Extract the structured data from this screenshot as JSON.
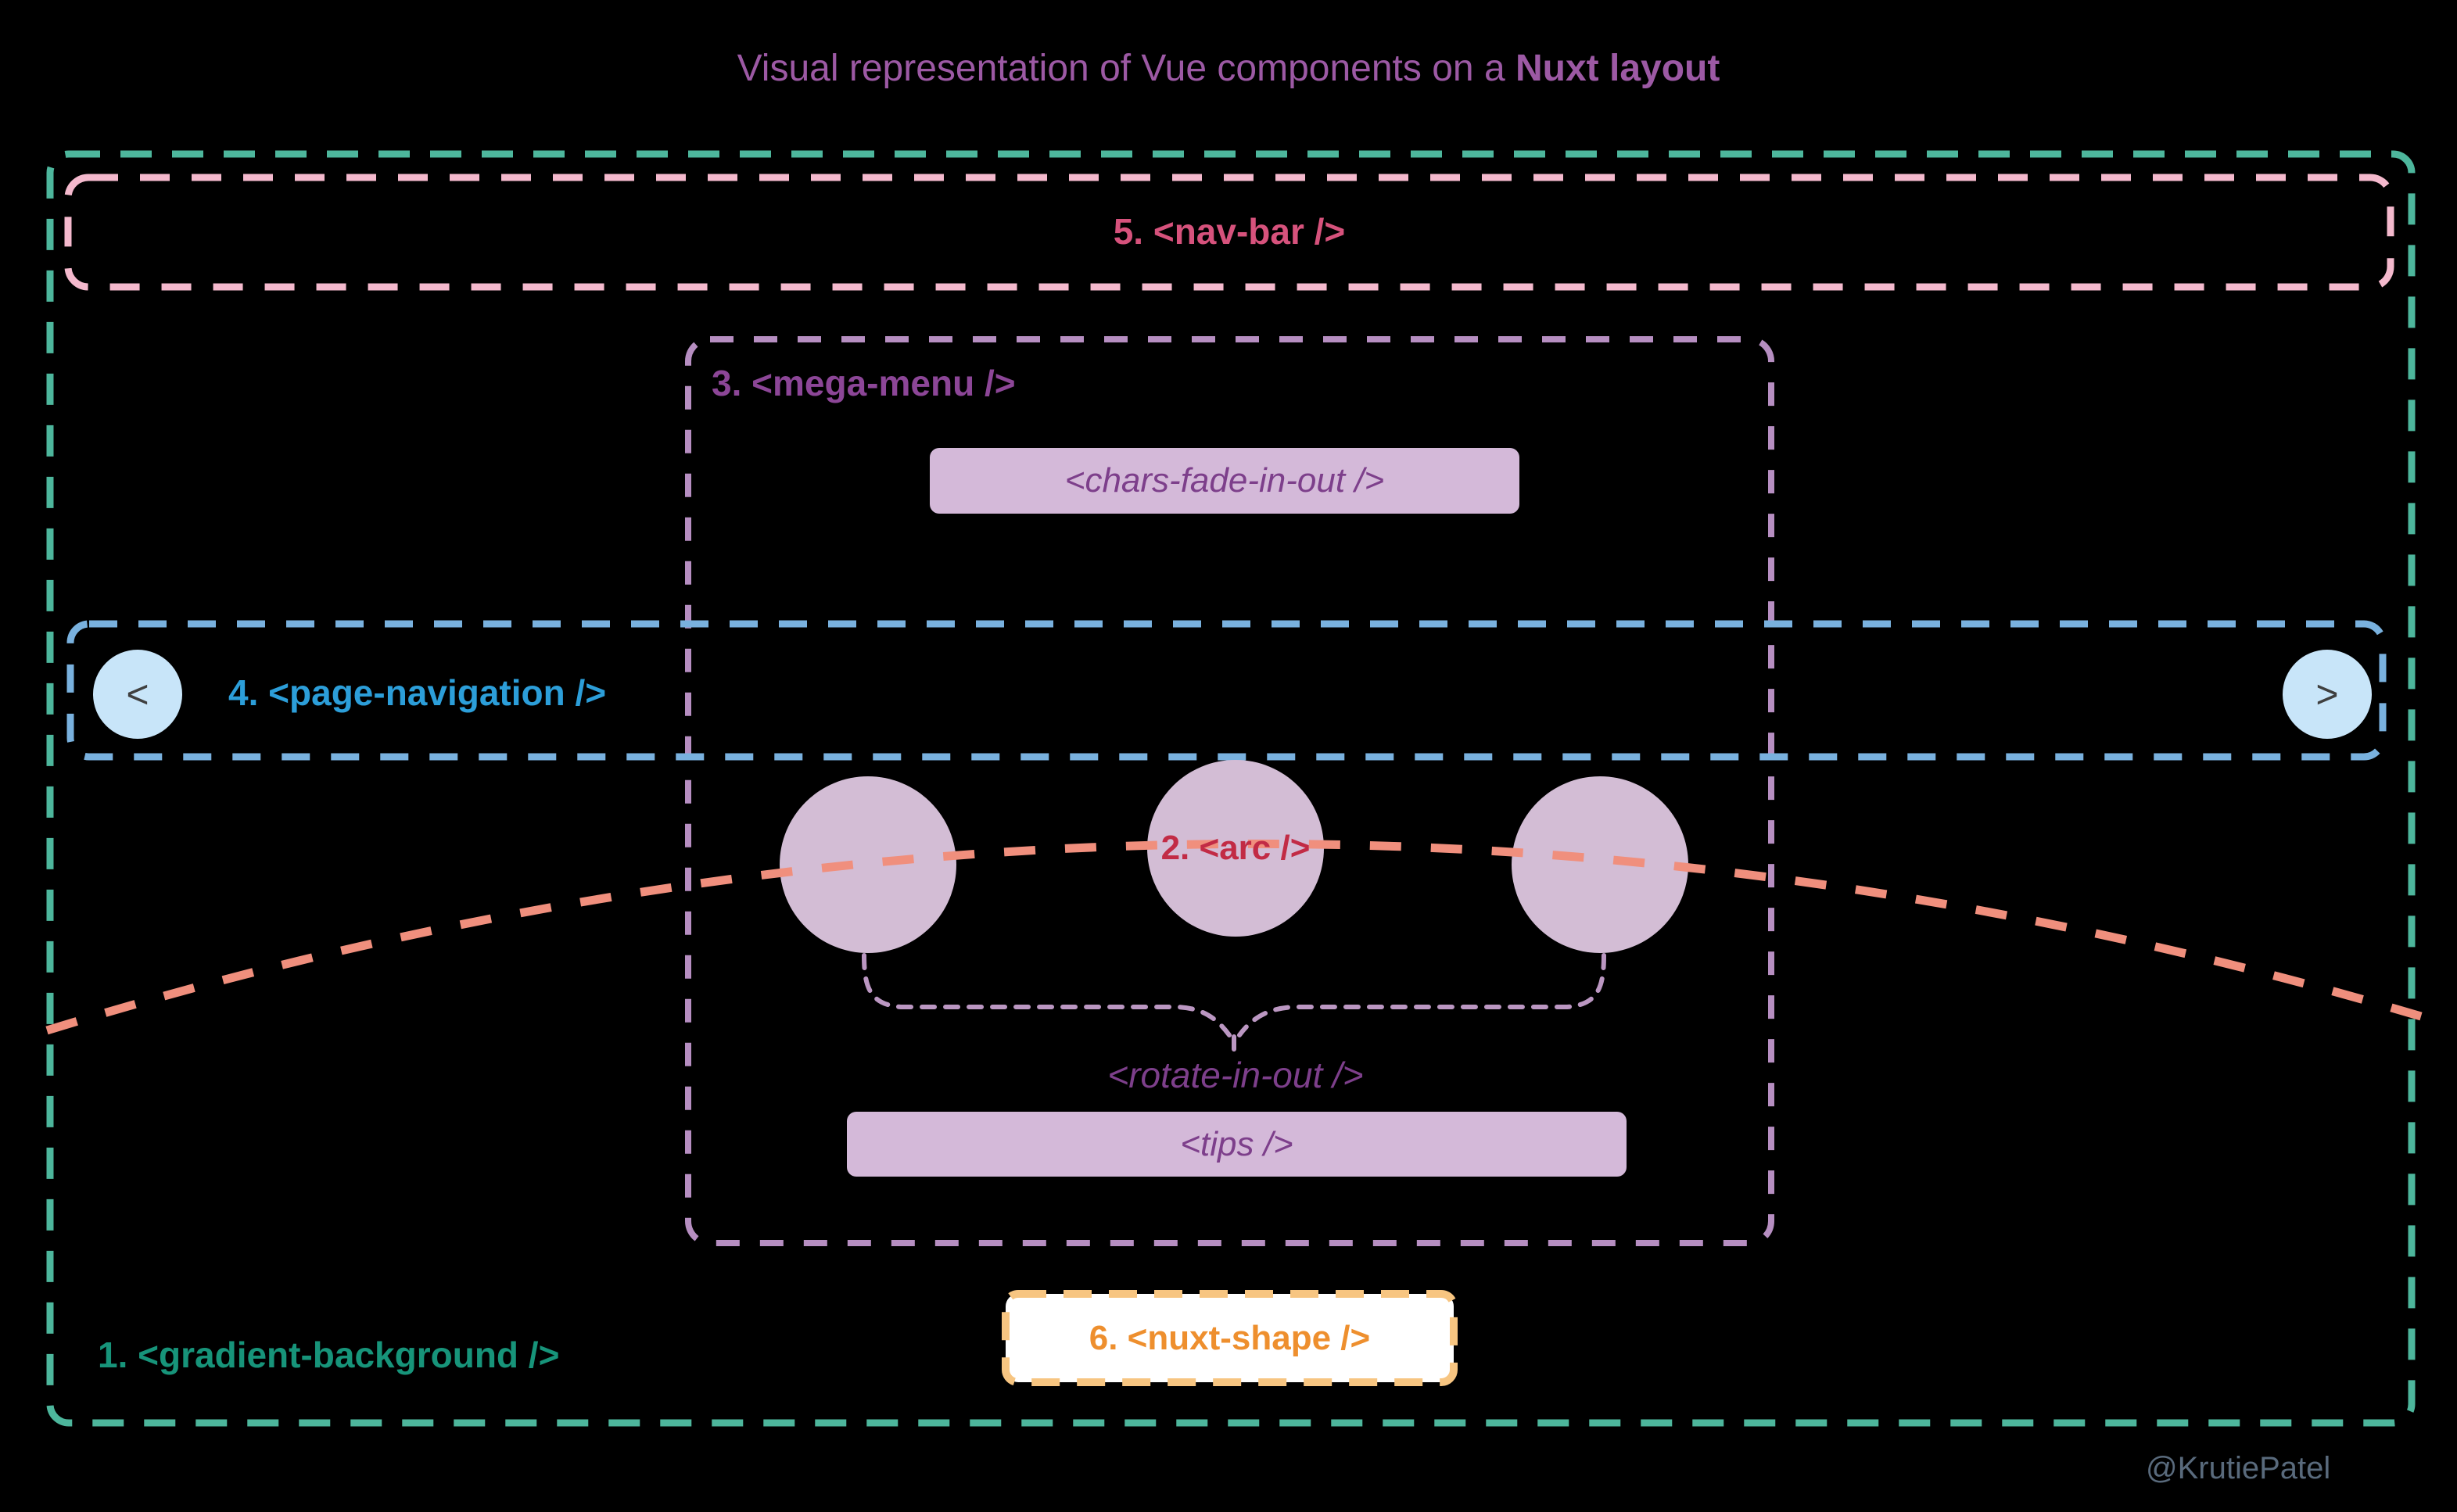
{
  "title": {
    "prefix": "Visual representation of Vue components on a ",
    "bold": "Nuxt layout"
  },
  "footer": {
    "credit": "@KrutiePatel"
  },
  "diagram": {
    "gradient_background": {
      "label": "1. <gradient-background />"
    },
    "arc": {
      "label": "2. <arc />"
    },
    "mega_menu": {
      "label": "3. <mega-menu />",
      "chars_fade": "<chars-fade-in-out />",
      "rotate": "<rotate-in-out />",
      "tips": "<tips />"
    },
    "page_navigation": {
      "label": "4. <page-navigation />",
      "prev": "<",
      "next": ">"
    },
    "nav_bar": {
      "label": "5. <nav-bar />"
    },
    "nuxt_shape": {
      "label": "6. <nuxt-shape />"
    }
  },
  "colors": {
    "background": "#000000",
    "title": "#9c59a4",
    "gradient_border": "#4db69c",
    "gradient_text": "#17947a",
    "nav_bar_border": "#f4b9cd",
    "nav_bar_text": "#d6527c",
    "mega_menu_border": "#b68ec1",
    "mega_menu_text": "#8c4697",
    "pill_fill": "#d4b9d9",
    "pill_text": "#7d3f8b",
    "page_nav_border": "#79b1de",
    "page_nav_text": "#2c9ed9",
    "page_nav_circle": "#c8e5f9",
    "arc_line": "#f08f7d",
    "arc_text": "#c22b45",
    "arc_circle_fill": "#d3bdd5",
    "brace": "#bb97c2",
    "nuxt_shape_border": "#f7c581",
    "nuxt_shape_text": "#ee8f2e",
    "nuxt_shape_fill": "#ffffff",
    "footer_text": "#596a7c"
  }
}
